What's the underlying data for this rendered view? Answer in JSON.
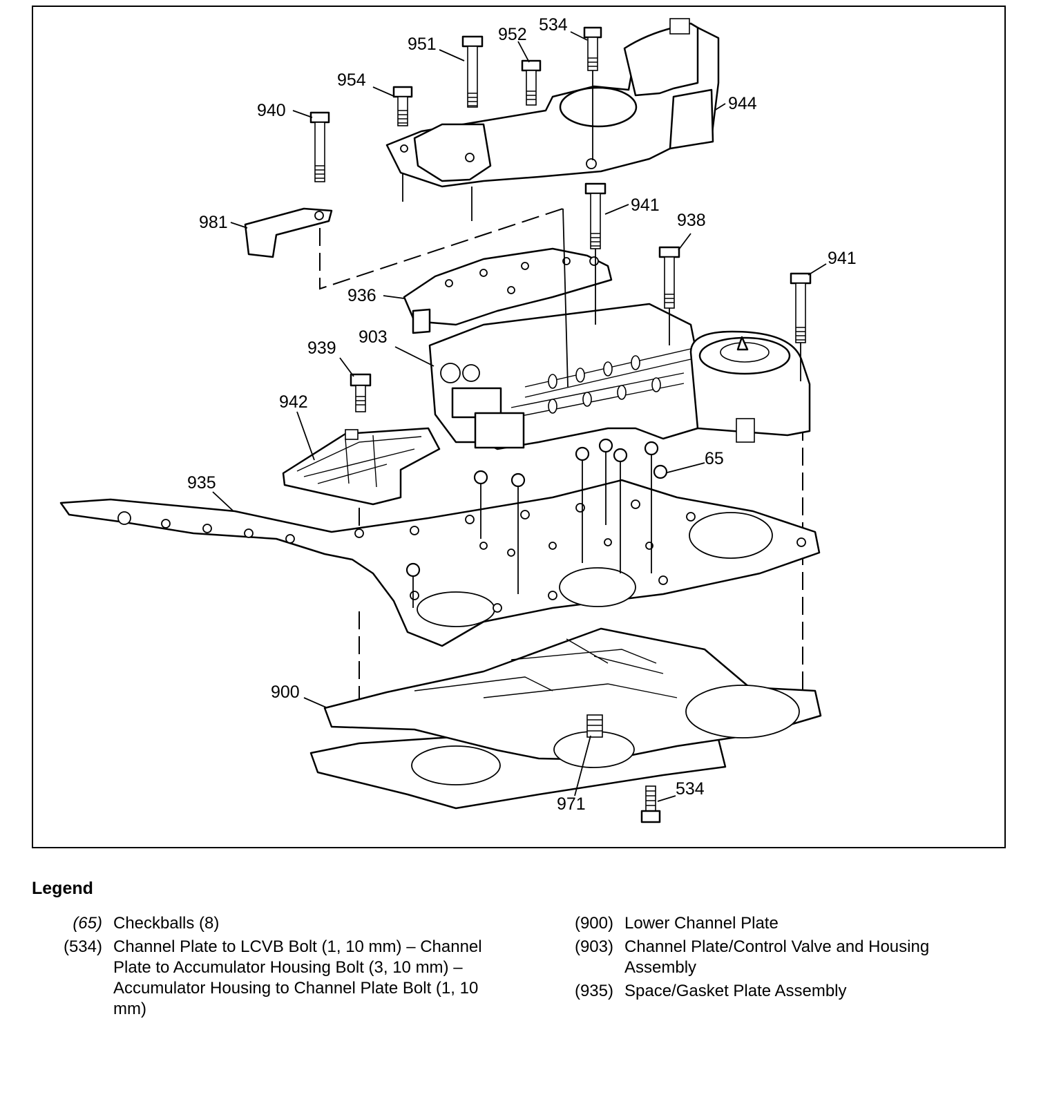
{
  "diagram": {
    "callouts": [
      {
        "id": "c951",
        "label": "951"
      },
      {
        "id": "c952",
        "label": "952"
      },
      {
        "id": "c534top",
        "label": "534"
      },
      {
        "id": "c954",
        "label": "954"
      },
      {
        "id": "c940",
        "label": "940"
      },
      {
        "id": "c944",
        "label": "944"
      },
      {
        "id": "c981",
        "label": "981"
      },
      {
        "id": "c941a",
        "label": "941"
      },
      {
        "id": "c938",
        "label": "938"
      },
      {
        "id": "c941b",
        "label": "941"
      },
      {
        "id": "c936",
        "label": "936"
      },
      {
        "id": "c903",
        "label": "903"
      },
      {
        "id": "c939",
        "label": "939"
      },
      {
        "id": "c942",
        "label": "942"
      },
      {
        "id": "c65",
        "label": "65"
      },
      {
        "id": "c935",
        "label": "935"
      },
      {
        "id": "c900",
        "label": "900"
      },
      {
        "id": "c534bot",
        "label": "534"
      },
      {
        "id": "c971",
        "label": "971"
      }
    ]
  },
  "legend": {
    "title": "Legend",
    "left": [
      {
        "num": "(65)",
        "desc": "Checkballs (8)"
      },
      {
        "num": "(534)",
        "desc": "Channel Plate to LCVB Bolt (1, 10 mm) – Channel Plate to Accumulator Housing Bolt (3, 10 mm) – Accumulator Housing to Channel Plate Bolt (1, 10 mm)"
      }
    ],
    "right": [
      {
        "num": "(900)",
        "desc": "Lower Channel Plate"
      },
      {
        "num": "(903)",
        "desc": "Channel Plate/Control Valve and Housing Assembly"
      },
      {
        "num": "(935)",
        "desc": "Space/Gasket Plate Assembly"
      }
    ]
  }
}
